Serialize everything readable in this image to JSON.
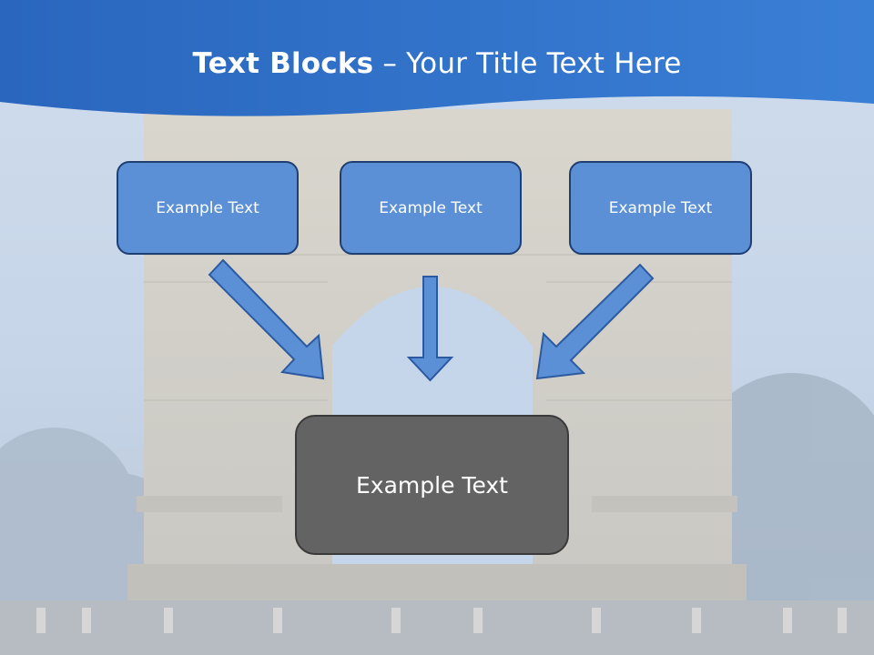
{
  "slide": {
    "title_bold": "Text Blocks",
    "title_dash": " – ",
    "title_rest": "Your Title Text Here"
  },
  "blocks": {
    "left": "Example Text",
    "center": "Example Text",
    "right": "Example Text",
    "bottom": "Example Text"
  },
  "colors": {
    "header_blue": "#2d6fc4",
    "box_blue": "#5b8fd6",
    "box_border": "#1f3f73",
    "arrow_fill": "#5b8fd6",
    "bottom_box": "#636363"
  }
}
